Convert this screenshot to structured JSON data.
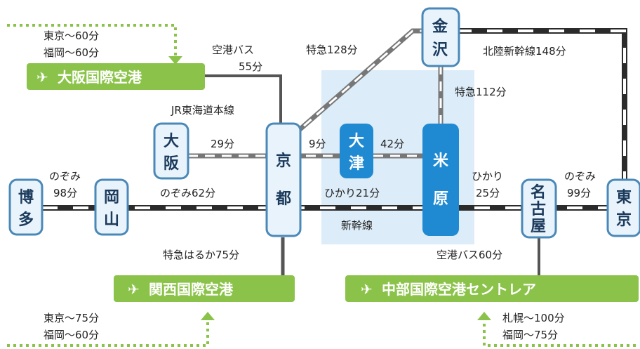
{
  "colors": {
    "shinkansen": "#2b2b2b",
    "conventional": "#555555",
    "station_fill": "#e8f3fb",
    "station_border": "#4a88b8",
    "station_highlight": "#1f8ad2",
    "airport": "#8bc34a",
    "region": "#dcecf8"
  },
  "icons": {
    "airport": "airplane-icon"
  },
  "stations": {
    "kanazawa": [
      "金",
      "沢"
    ],
    "osaka": [
      "大",
      "阪"
    ],
    "kyoto": [
      "京",
      "都"
    ],
    "otsu": [
      "大",
      "津"
    ],
    "maibara": [
      "米",
      "原"
    ],
    "hakata": [
      "博",
      "多"
    ],
    "okayama": [
      "岡",
      "山"
    ],
    "nagoya": [
      "名",
      "古",
      "屋"
    ],
    "tokyo": [
      "東",
      "京"
    ]
  },
  "airports": {
    "kansai_itami": "大阪国際空港",
    "kansai": "関西国際空港",
    "chubu": "中部国際空港セントレア"
  },
  "labels": {
    "itami_flights": [
      "東京〜60分",
      "福岡〜60分"
    ],
    "kix_flights": [
      "東京〜75分",
      "福岡〜60分"
    ],
    "chubu_flights": [
      "札幌〜100分",
      "福岡〜75分"
    ],
    "bus_itami": [
      "空港バス",
      "55分"
    ],
    "jr_tokaido": "JR東海道本線",
    "min_29": "29分",
    "min_9": "9分",
    "min_42": "42分",
    "ltd_exp_128": "特急128分",
    "ltd_exp_112": "特急112分",
    "hokuriku_148": "北陸新幹線148分",
    "nozomi_98": [
      "のぞみ",
      "98分"
    ],
    "nozomi_62": "のぞみ62分",
    "hikari_21": "ひかり21分",
    "hikari_25": [
      "ひかり",
      "25分"
    ],
    "nozomi_99": [
      "のぞみ",
      "99分"
    ],
    "shinkansen": "新幹線",
    "haruka_75": "特急はるか75分",
    "bus_chubu": "空港バス60分"
  }
}
